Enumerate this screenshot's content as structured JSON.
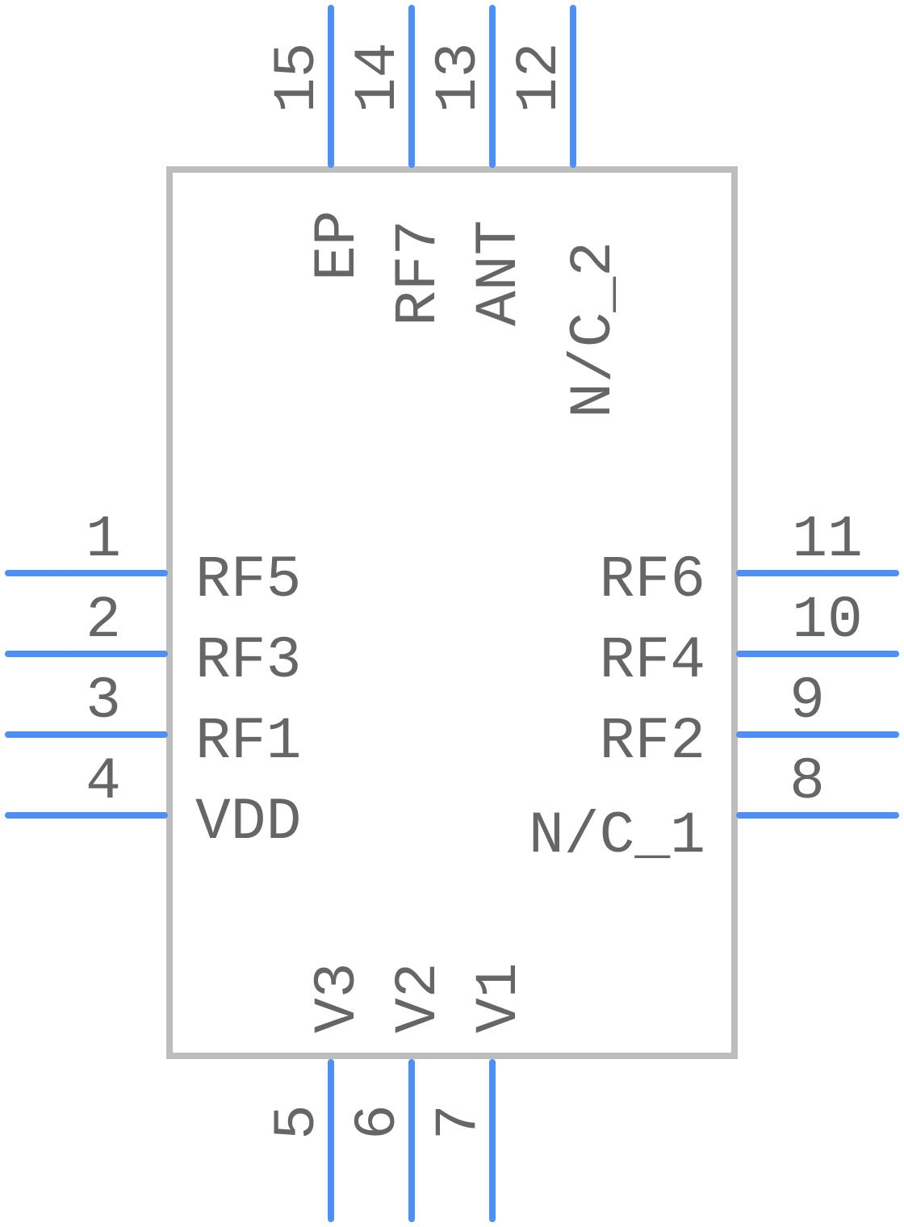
{
  "component": {
    "left_pins": [
      {
        "number": "1",
        "name": "RF5"
      },
      {
        "number": "2",
        "name": "RF3"
      },
      {
        "number": "3",
        "name": "RF1"
      },
      {
        "number": "4",
        "name": "VDD"
      }
    ],
    "right_pins": [
      {
        "number": "11",
        "name": "RF6"
      },
      {
        "number": "10",
        "name": "RF4"
      },
      {
        "number": "9",
        "name": "RF2"
      },
      {
        "number": "8",
        "name": "N/C_1"
      }
    ],
    "top_pins": [
      {
        "number": "15",
        "name": "EP"
      },
      {
        "number": "14",
        "name": "RF7"
      },
      {
        "number": "13",
        "name": "ANT"
      },
      {
        "number": "12",
        "name": "N/C_2"
      }
    ],
    "bottom_pins": [
      {
        "number": "5",
        "name": "V3"
      },
      {
        "number": "6",
        "name": "V2"
      },
      {
        "number": "7",
        "name": "V1"
      }
    ]
  },
  "colors": {
    "pin": "#4d8ff2",
    "outline": "#bdbdbd",
    "text": "#666666"
  }
}
